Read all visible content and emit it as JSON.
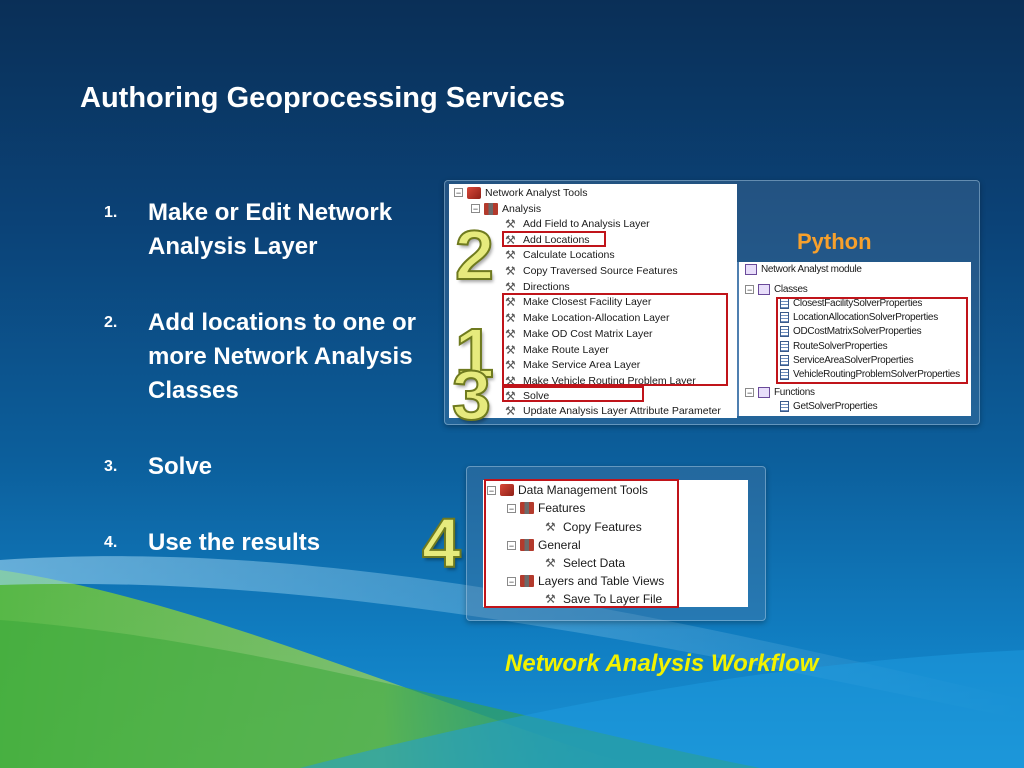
{
  "slide": {
    "title": "Authoring Geoprocessing Services",
    "caption": "Network Analysis Workflow",
    "python_label": "Python"
  },
  "steps": [
    {
      "num": "1.",
      "text": "Make or Edit Network Analysis Layer"
    },
    {
      "num": "2.",
      "text": "Add locations to one or more Network Analysis Classes"
    },
    {
      "num": "3.",
      "text": "Solve"
    },
    {
      "num": "4.",
      "text": "Use the results"
    }
  ],
  "big_numbers": {
    "one": "1",
    "two": "2",
    "three": "3",
    "four": "4"
  },
  "na_tree": {
    "root": "Network Analyst Tools",
    "group": "Analysis",
    "tools": [
      "Add Field to Analysis Layer",
      "Add Locations",
      "Calculate Locations",
      "Copy Traversed Source Features",
      "Directions",
      "Make Closest Facility Layer",
      "Make Location-Allocation Layer",
      "Make OD Cost Matrix Layer",
      "Make Route Layer",
      "Make Service Area Layer",
      "Make Vehicle Routing Problem Layer",
      "Solve",
      "Update Analysis Layer Attribute Parameter"
    ]
  },
  "python_tree": {
    "module": "Network Analyst module",
    "classes_label": "Classes",
    "classes": [
      "ClosestFacilitySolverProperties",
      "LocationAllocationSolverProperties",
      "ODCostMatrixSolverProperties",
      "RouteSolverProperties",
      "ServiceAreaSolverProperties",
      "VehicleRoutingProblemSolverProperties"
    ],
    "functions_label": "Functions",
    "functions": [
      "GetSolverProperties"
    ]
  },
  "dm_tree": {
    "root": "Data Management Tools",
    "groups": [
      {
        "label": "Features",
        "tool": "Copy Features"
      },
      {
        "label": "General",
        "tool": "Select Data"
      },
      {
        "label": "Layers and Table Views",
        "tool": "Save To Layer File"
      }
    ]
  },
  "colors": {
    "highlight": "#c0141a",
    "number_fill": "#e6ea7d",
    "python": "#f7a02c",
    "caption": "#f2f200"
  }
}
